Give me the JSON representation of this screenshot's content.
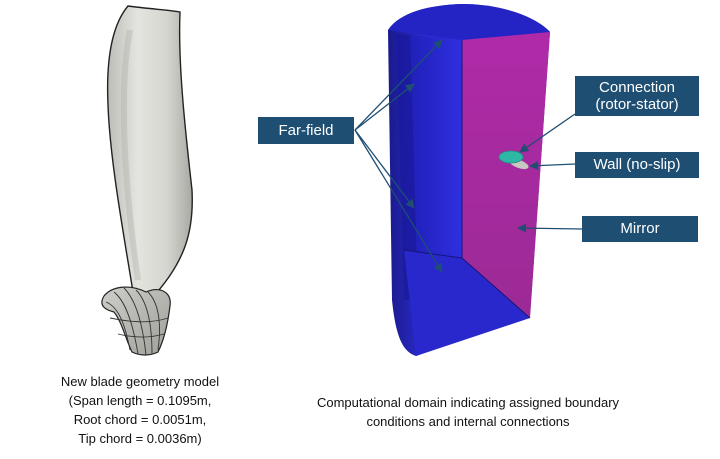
{
  "left_panel": {
    "caption_lines": [
      "New blade geometry model",
      "(Span length = 0.1095m,",
      "Root chord = 0.0051m,",
      "Tip chord = 0.0036m)"
    ]
  },
  "right_panel": {
    "labels": {
      "far_field": "Far-field",
      "connection_line1": "Connection",
      "connection_line2": "(rotor-stator)",
      "wall": "Wall (no-slip)",
      "mirror": "Mirror"
    },
    "caption_lines": [
      "Computational domain indicating assigned boundary",
      "conditions and internal connections"
    ]
  },
  "colors": {
    "label_box": "#1e4e72",
    "arrow": "#1e4e72",
    "domain_blue": "#2222cc",
    "mirror_magenta": "#a22a9a",
    "wall_teal": "#2fb7a6",
    "blade_grey": "#dcdcd7"
  }
}
